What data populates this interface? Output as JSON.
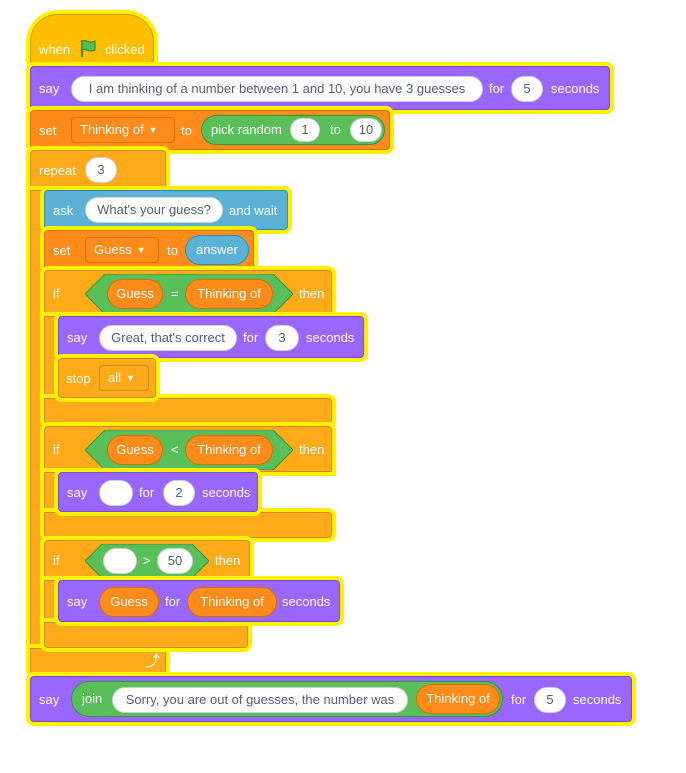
{
  "colors": {
    "events": "#ffbf00",
    "looks": "#9966ff",
    "variables": "#ff8c1a",
    "control": "#ffab19",
    "sensing": "#5cb1d6",
    "operators": "#59c059",
    "glow": "#ffef00"
  },
  "hat": {
    "when": "when",
    "flag_icon": "green-flag-icon",
    "clicked": "clicked"
  },
  "say1": {
    "say": "say",
    "message": "I am thinking of a number between 1 and 10, you have 3 guesses",
    "for": "for",
    "secs": "5",
    "seconds": "seconds"
  },
  "set1": {
    "set": "set",
    "variable": "Thinking of",
    "to": "to",
    "pick_random": "pick random",
    "from": "1",
    "to2": "to",
    "max": "10"
  },
  "repeat": {
    "label": "repeat",
    "count": "3",
    "loop_icon": "loop-arrow-icon"
  },
  "ask": {
    "ask": "ask",
    "question": "What's your guess?",
    "and_wait": "and wait"
  },
  "set2": {
    "set": "set",
    "variable": "Guess",
    "to": "to",
    "value": "answer"
  },
  "if1": {
    "if": "if",
    "left": "Guess",
    "op": "=",
    "right": "Thinking of",
    "then": "then"
  },
  "say2": {
    "say": "say",
    "message": "Great, that's correct",
    "for": "for",
    "secs": "3",
    "seconds": "seconds"
  },
  "stop": {
    "stop": "stop",
    "option": "all"
  },
  "if2": {
    "if": "if",
    "left": "Guess",
    "op": "<",
    "right": "Thinking of",
    "then": "then"
  },
  "say3": {
    "say": "say",
    "message": "",
    "for": "for",
    "secs": "2",
    "seconds": "seconds"
  },
  "if3": {
    "if": "if",
    "left": "",
    "op": ">",
    "right": "50",
    "then": "then"
  },
  "say4": {
    "say": "say",
    "message": "Guess",
    "for": "for",
    "secs": "Thinking of",
    "seconds": "seconds"
  },
  "say5": {
    "say": "say",
    "join": "join",
    "text": "Sorry, you are out of guesses, the number was",
    "join_var": "Thinking of",
    "for": "for",
    "secs": "5",
    "seconds": "seconds"
  }
}
